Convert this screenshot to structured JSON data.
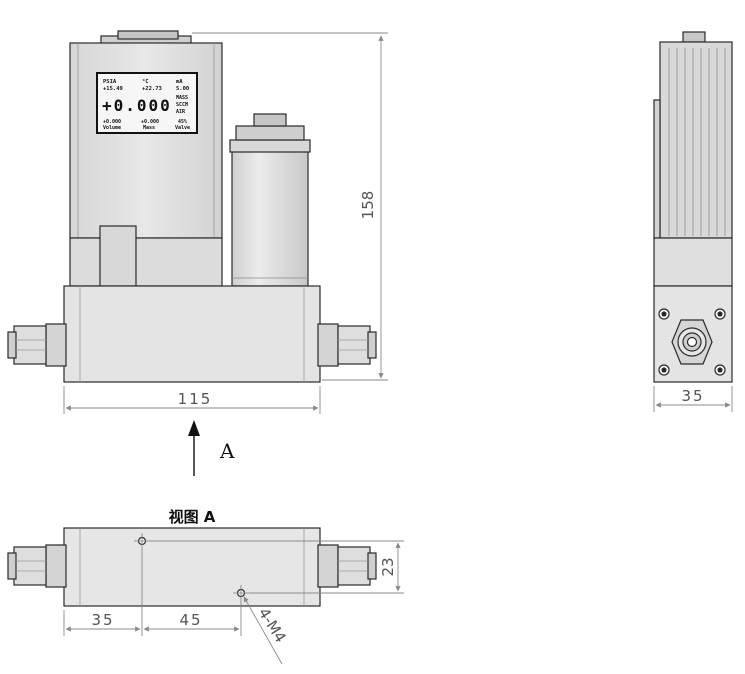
{
  "front_view": {
    "display": {
      "unit_pressure": "PSIA",
      "unit_temp": "°C",
      "unit_current": "mA",
      "value_pressure": "+15.49",
      "value_temp": "+22.73",
      "value_current": "5.00",
      "main_reading": "+0.000",
      "flow_type": "MASS",
      "flow_unit": "SCCM",
      "gas": "AIR",
      "volume_value": "+0.000",
      "mass_value": "+0.000",
      "valve_value": "45%",
      "volume_label": "Volume",
      "mass_label": "Mass",
      "valve_label": "Valve"
    },
    "dim_width": "115",
    "dim_height": "158"
  },
  "side_view": {
    "dim_width": "35"
  },
  "view_arrow_label": "A",
  "bottom_view": {
    "title": "视图 A",
    "dim_offset_1": "35",
    "dim_offset_2": "45",
    "dim_depth": "23",
    "thread_label": "4-M4"
  },
  "colors": {
    "body_fill": "#e3e3e3",
    "body_stroke": "#2a2a2a",
    "dim_line": "#8a8a8a",
    "fin": "#c9c9c9"
  }
}
